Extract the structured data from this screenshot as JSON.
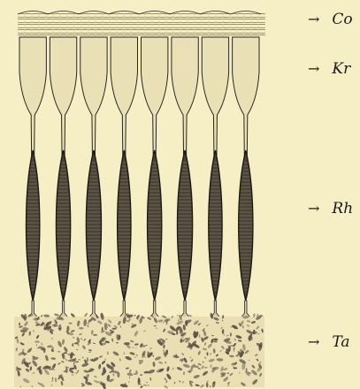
{
  "labels": {
    "co": "Co",
    "kr": "Kr",
    "rh": "Rh",
    "ta": "Ta"
  },
  "arrow_glyph": "→",
  "ommatidia_count": 8,
  "colors": {
    "background": "#f6efc6",
    "ink": "#2a2520",
    "cone_fill": "#e9e0b6",
    "rhabdom_fill": "#4b4237",
    "tapetum_ink": "#5a5045"
  }
}
